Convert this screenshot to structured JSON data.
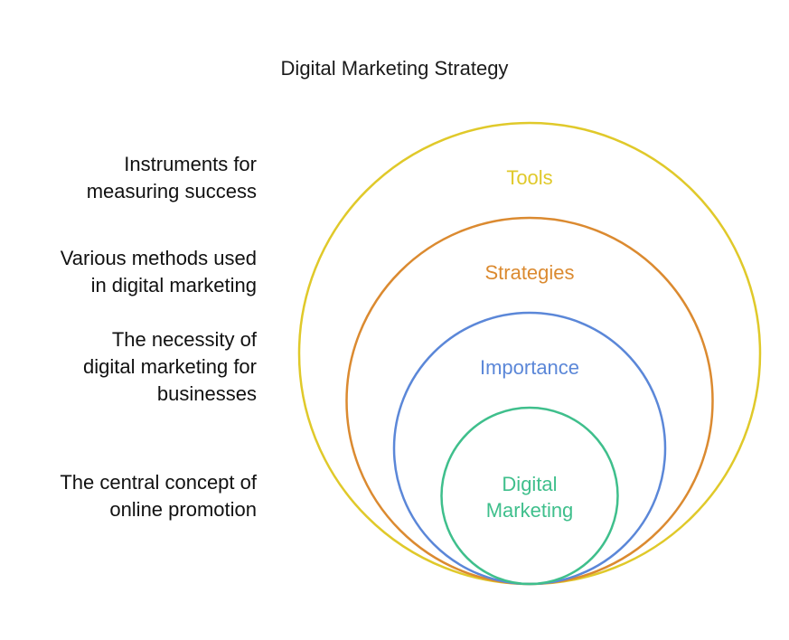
{
  "title": "Digital Marketing Strategy",
  "layers": [
    {
      "label": "Tools",
      "description": "Instruments for\nmeasuring success",
      "color": "#e0c92a"
    },
    {
      "label": "Strategies",
      "description": "Various methods used\nin digital marketing",
      "color": "#db8a30"
    },
    {
      "label": "Importance",
      "description": "The necessity of\ndigital marketing for\nbusinesses",
      "color": "#5b87d8"
    },
    {
      "label": "Digital\nMarketing",
      "description": "The central concept of\nonline promotion",
      "color": "#3fbf8c"
    }
  ]
}
